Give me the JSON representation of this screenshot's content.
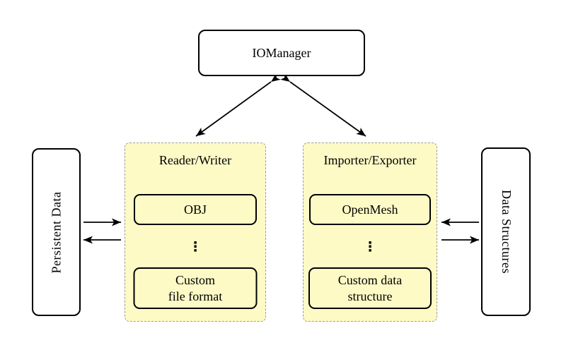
{
  "diagram": {
    "type": "architecture-diagram",
    "colors": {
      "background": "#ffffff",
      "group_fill": "#fdfac6",
      "group_border": "#9c9c9c",
      "node_border": "#000000",
      "arrow": "#000000"
    },
    "iomanager": {
      "label": "IOManager"
    },
    "persistent_data": {
      "label": "Persistent Data"
    },
    "data_structures": {
      "label": "Data Structures"
    },
    "reader_writer": {
      "title": "Reader/Writer",
      "ellipsis": "⋮",
      "items": [
        {
          "label": "OBJ"
        },
        {
          "label": "Custom\nfile format"
        }
      ]
    },
    "importer_exporter": {
      "title": "Importer/Exporter",
      "ellipsis": "⋮",
      "items": [
        {
          "label": "OpenMesh"
        },
        {
          "label": "Custom data\nstructure"
        }
      ]
    },
    "connections": [
      {
        "from": "IOManager",
        "to": "Reader/Writer",
        "direction": "bidirectional"
      },
      {
        "from": "IOManager",
        "to": "Importer/Exporter",
        "direction": "bidirectional"
      },
      {
        "from": "Persistent Data",
        "to": "Reader/Writer",
        "direction": "right"
      },
      {
        "from": "Reader/Writer",
        "to": "Persistent Data",
        "direction": "left"
      },
      {
        "from": "Data Structures",
        "to": "Importer/Exporter",
        "direction": "left"
      },
      {
        "from": "Importer/Exporter",
        "to": "Data Structures",
        "direction": "right"
      }
    ]
  }
}
